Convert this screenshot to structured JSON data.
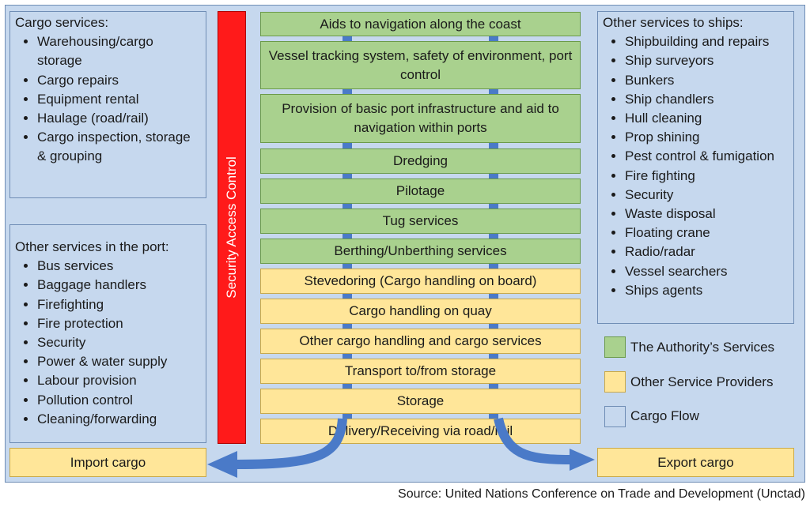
{
  "cargo_services": {
    "heading": "Cargo services:",
    "items": [
      "Warehousing/cargo storage",
      "Cargo repairs",
      "Equipment rental",
      "Haulage (road/rail)",
      "Cargo inspection, storage & grouping"
    ]
  },
  "other_port_services": {
    "heading": "Other services in the port:",
    "items": [
      "Bus services",
      "Baggage handlers",
      "Firefighting",
      "Fire protection",
      "Security",
      "Power & water supply",
      "Labour provision",
      "Pollution control",
      "Cleaning/forwarding"
    ]
  },
  "ship_services": {
    "heading": "Other services to ships:",
    "items": [
      "Shipbuilding and repairs",
      "Ship surveyors",
      "Bunkers",
      "Ship chandlers",
      "Hull cleaning",
      "Prop shining",
      "Pest control & fumigation",
      "Fire fighting",
      "Security",
      "Waste disposal",
      "Floating crane",
      "Radio/radar",
      "Vessel searchers",
      "Ships agents"
    ]
  },
  "security_bar": "Security Access Control",
  "services": [
    {
      "label": "Aids to navigation along the coast",
      "provider": "authority"
    },
    {
      "label": "Vessel tracking system, safety of environment, port control",
      "provider": "authority"
    },
    {
      "label": "Provision of basic port infrastructure and aid to navigation within ports",
      "provider": "authority"
    },
    {
      "label": "Dredging",
      "provider": "authority"
    },
    {
      "label": "Pilotage",
      "provider": "authority"
    },
    {
      "label": "Tug services",
      "provider": "authority"
    },
    {
      "label": "Berthing/Unberthing services",
      "provider": "authority"
    },
    {
      "label": "Stevedoring (Cargo handling on board)",
      "provider": "other"
    },
    {
      "label": "Cargo handling on quay",
      "provider": "other"
    },
    {
      "label": "Other cargo handling and cargo services",
      "provider": "other"
    },
    {
      "label": "Transport to/from storage",
      "provider": "other"
    },
    {
      "label": "Storage",
      "provider": "other"
    },
    {
      "label": "Delivery/Receiving via road/rail",
      "provider": "other"
    }
  ],
  "import_cargo": "Import cargo",
  "export_cargo": "Export cargo",
  "legend": [
    {
      "label": "The Authority’s Services",
      "color": "#a9d18e"
    },
    {
      "label": "Other Service Providers",
      "color": "#ffe699"
    },
    {
      "label": "Cargo Flow",
      "color": "#c6d8ee"
    }
  ],
  "source": "Source: United Nations Conference on Trade and Development (Unctad)",
  "colors": {
    "authority": "#a9d18e",
    "other": "#ffe699",
    "flow": "#4a7ac8",
    "security": "#ff1a1a"
  }
}
